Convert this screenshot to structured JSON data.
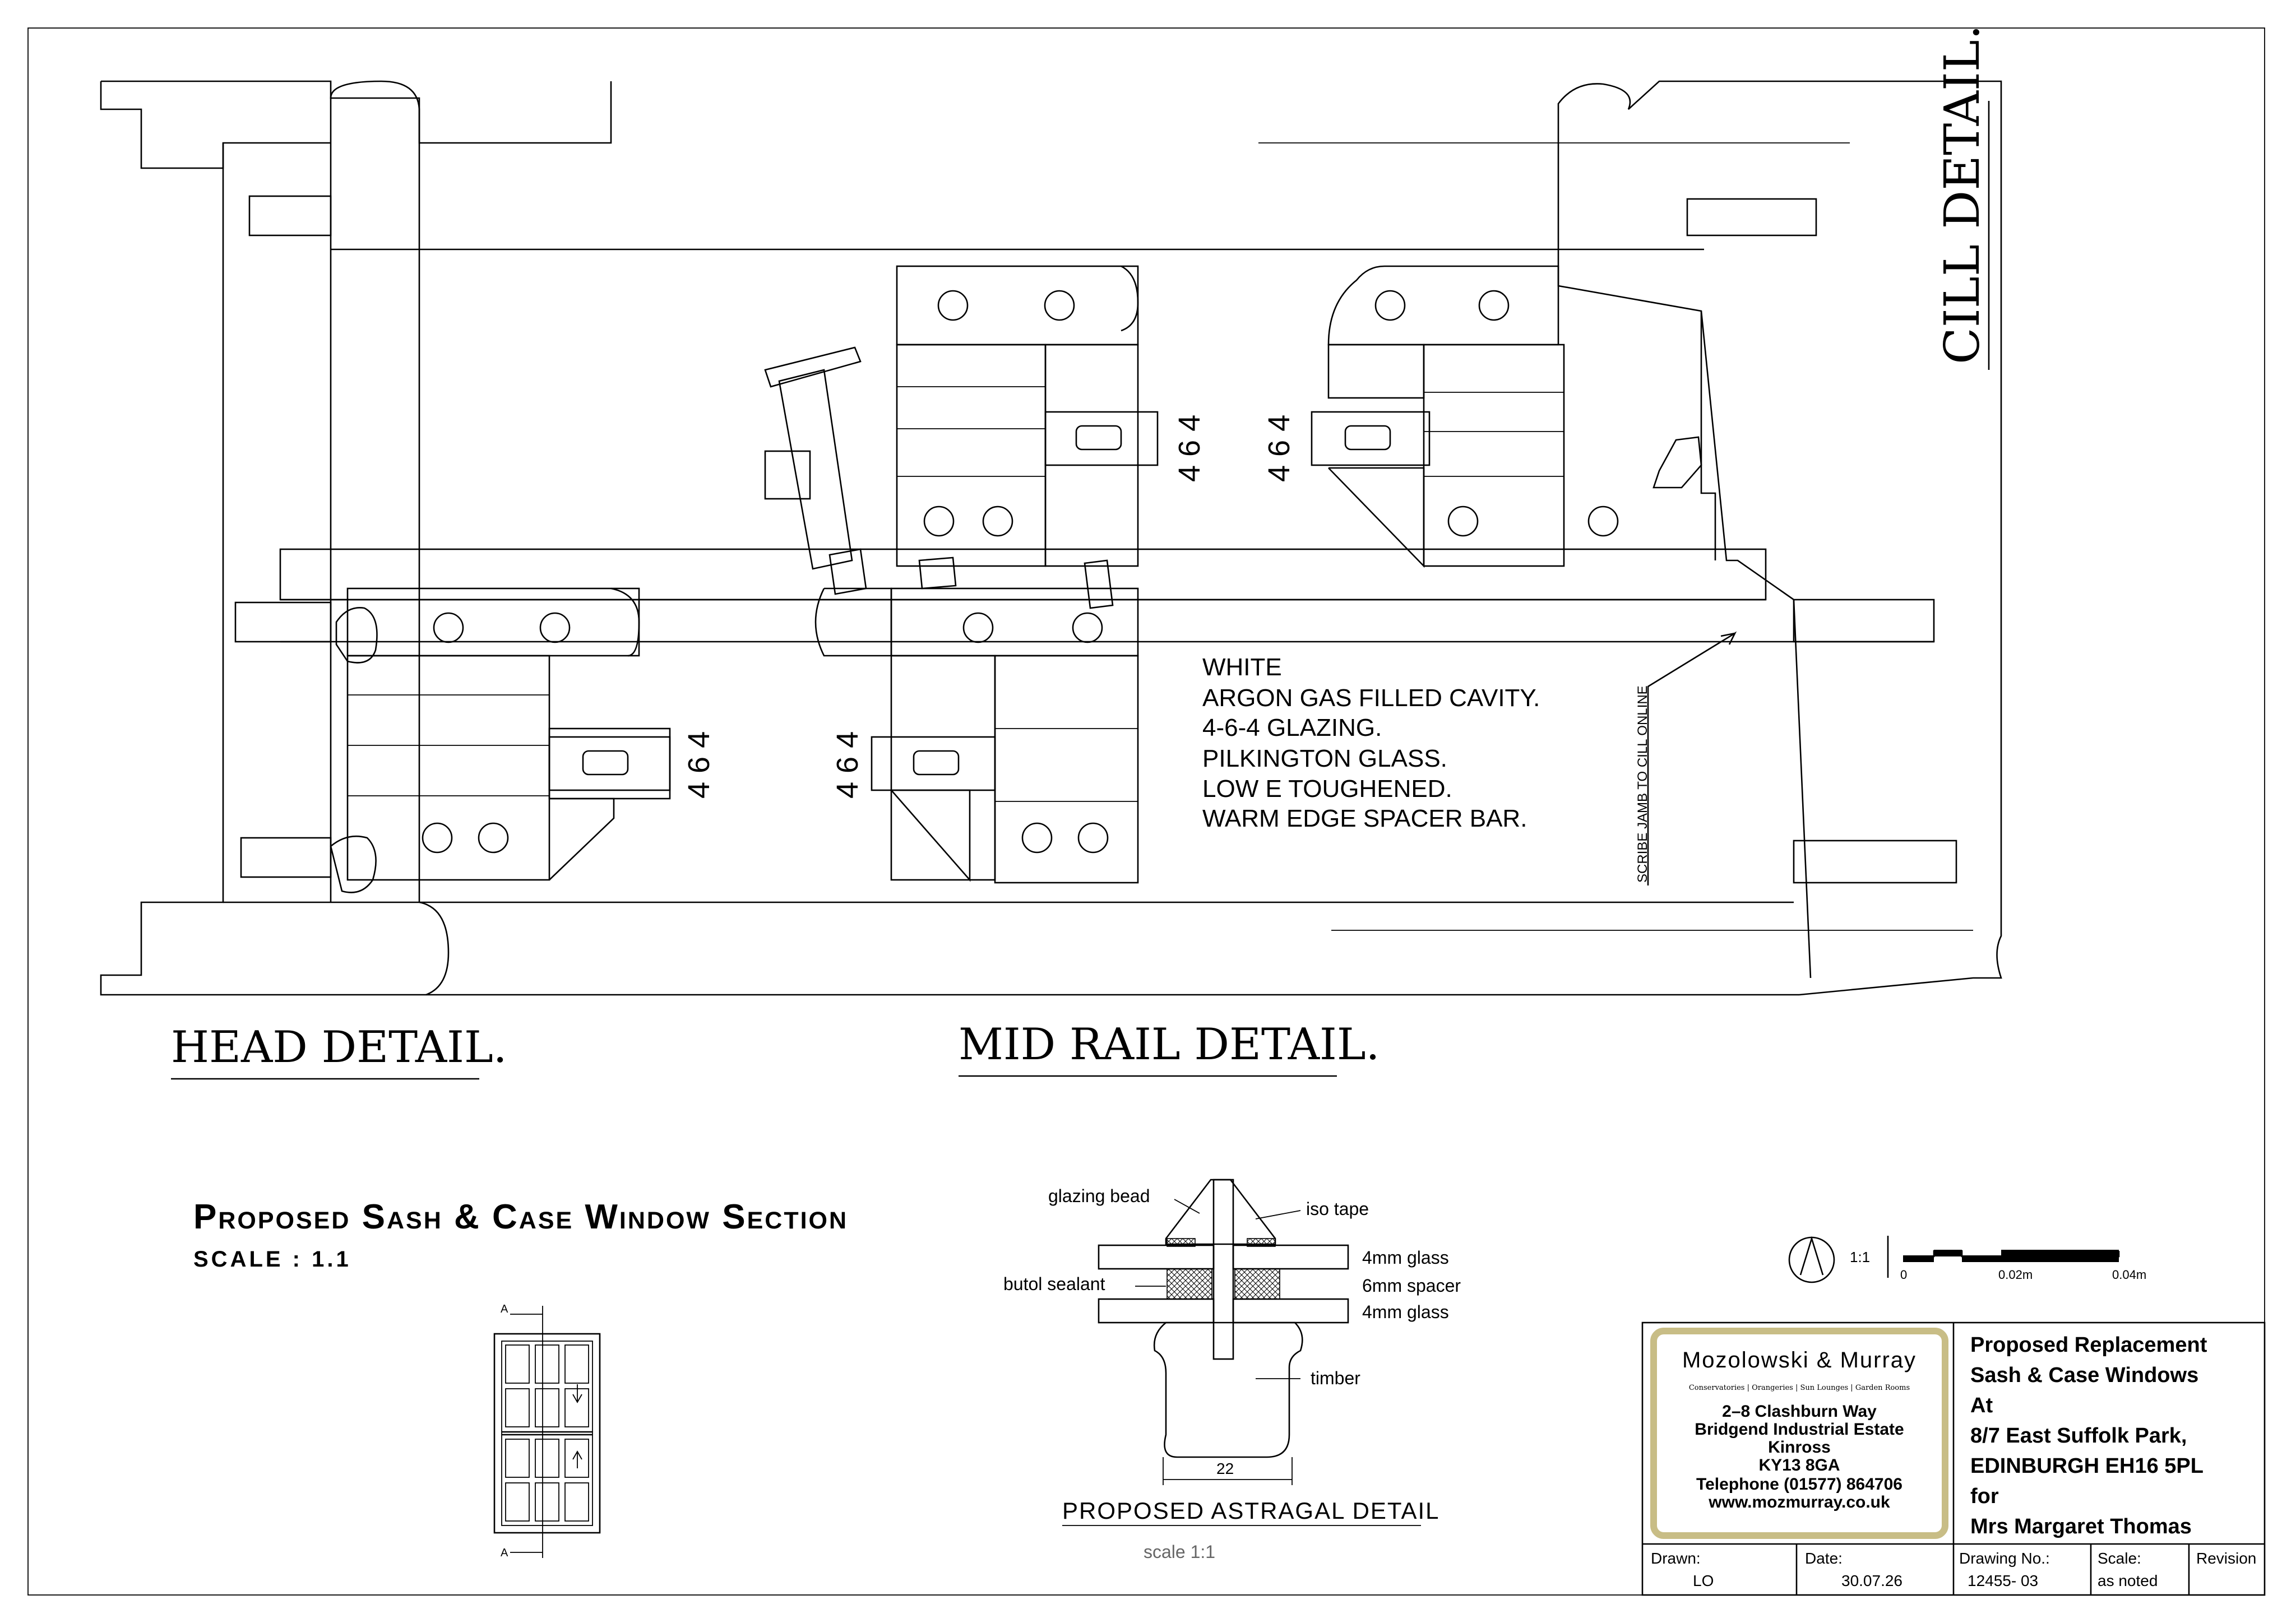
{
  "detail_titles": {
    "cill": "CILL DETAIL.",
    "head": "HEAD DETAIL.",
    "mid_rail": "MID RAIL DETAIL."
  },
  "glazing_dims": [
    "4 6 4",
    "4 6 4",
    "4 6 4",
    "4 6 4"
  ],
  "spec_notes": [
    "WHITE",
    "ARGON GAS FILLED CAVITY.",
    "4-6-4 GLAZING.",
    "PILKINGTON GLASS.",
    "LOW E TOUGHENED.",
    "WARM EDGE SPACER BAR."
  ],
  "scribe_note": "SCRIBE JAMB TO CILL ONLINE",
  "section": {
    "title": "Proposed Sash & Case Window Section",
    "scale": "SCALE : 1.1",
    "marker_a_top": "A",
    "marker_a_bottom": "A"
  },
  "astragal": {
    "title": "PROPOSED ASTRAGAL DETAIL",
    "scale": "scale   1:1",
    "labels": {
      "glazing_bead": "glazing bead",
      "iso_tape": "iso tape",
      "glass_top": "4mm glass",
      "spacer": "6mm spacer",
      "glass_bottom": "4mm glass",
      "butol": "butol sealant",
      "timber": "timber",
      "width": "22"
    },
    "colors": {
      "glass": "#00ffff",
      "timber_hatch": "#d4592c"
    }
  },
  "scale_bar": {
    "ratio": "1:1",
    "ticks": [
      "0",
      "0.02m",
      "0.04m"
    ]
  },
  "title_block": {
    "company": "Mozolowski & Murray",
    "tagline": "Conservatories | Orangeries | Sun Lounges | Garden Rooms",
    "address": [
      "2–8 Clashburn Way",
      "Bridgend Industrial Estate",
      "Kinross",
      "KY13 8GA"
    ],
    "phone": "Telephone (01577) 864706",
    "web": "www.mozmurray.co.uk",
    "project": [
      "Proposed Replacement",
      "Sash & Case Windows",
      "At",
      "8/7 East Suffolk Park,",
      "EDINBURGH    EH16 5PL",
      "for",
      "Mrs Margaret Thomas"
    ],
    "logo_border_color": "#c8bd86",
    "fields": [
      {
        "label": "Drawn:",
        "value": "LO"
      },
      {
        "label": "Date:",
        "value": "30.07.26"
      },
      {
        "label": "Drawing No.:",
        "value": "12455- 03"
      },
      {
        "label": "Scale:",
        "value": "as noted"
      },
      {
        "label": "Revision",
        "value": ""
      }
    ]
  }
}
